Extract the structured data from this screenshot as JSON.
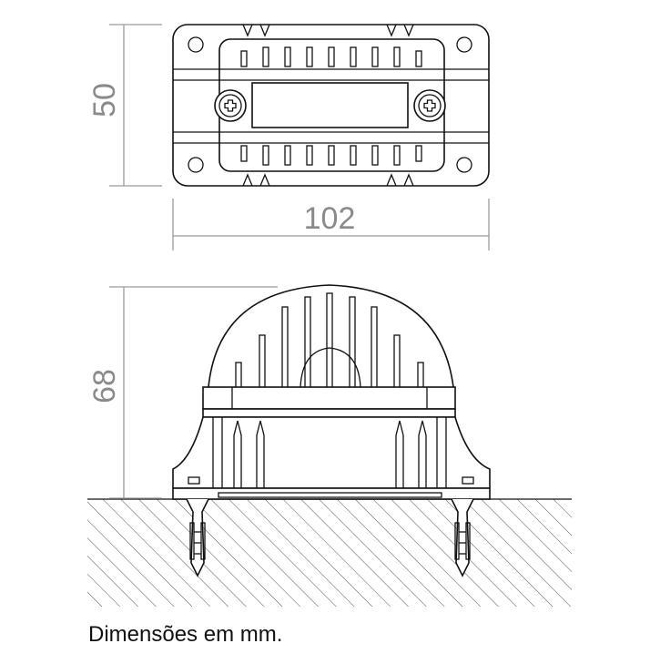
{
  "dimensions": {
    "height_top_view": "50",
    "width_top_view": "102",
    "height_side_view": "68"
  },
  "caption": "Dimensões em mm.",
  "colors": {
    "line": "#111111",
    "dimension": "#8a8a8a",
    "hatch": "#555555"
  }
}
